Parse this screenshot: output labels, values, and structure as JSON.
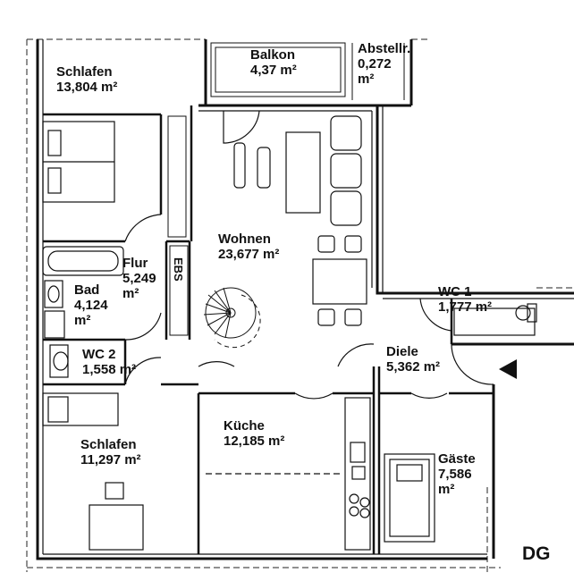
{
  "drawing": {
    "floor_code": "DG",
    "stair_label": "EBS",
    "entrance_icon": "triangle-arrow-icon"
  },
  "rooms": [
    {
      "id": "schlafen-1",
      "name": "Schlafen",
      "area": "13,804 m²"
    },
    {
      "id": "balkon",
      "name": "Balkon",
      "area": "4,37 m²"
    },
    {
      "id": "abstellr",
      "name": "Abstellr.",
      "area": "0,272",
      "area_unit": "m²"
    },
    {
      "id": "wohnen",
      "name": "Wohnen",
      "area": "23,677 m²"
    },
    {
      "id": "flur",
      "name": "Flur",
      "area": "5,249",
      "area_unit": "m²"
    },
    {
      "id": "bad",
      "name": "Bad",
      "area": "4,124",
      "area_unit": "m²"
    },
    {
      "id": "wc-1",
      "name": "WC 1",
      "area": "1,777 m²"
    },
    {
      "id": "wc-2",
      "name": "WC 2",
      "area": "1,558 m²"
    },
    {
      "id": "diele",
      "name": "Diele",
      "area": "5,362 m²"
    },
    {
      "id": "kueche",
      "name": "Küche",
      "area": "12,185 m²"
    },
    {
      "id": "schlafen-2",
      "name": "Schlafen",
      "area": "11,297 m²"
    },
    {
      "id": "gaeste",
      "name": "Gäste",
      "area": "7,586",
      "area_unit": "m²"
    }
  ]
}
